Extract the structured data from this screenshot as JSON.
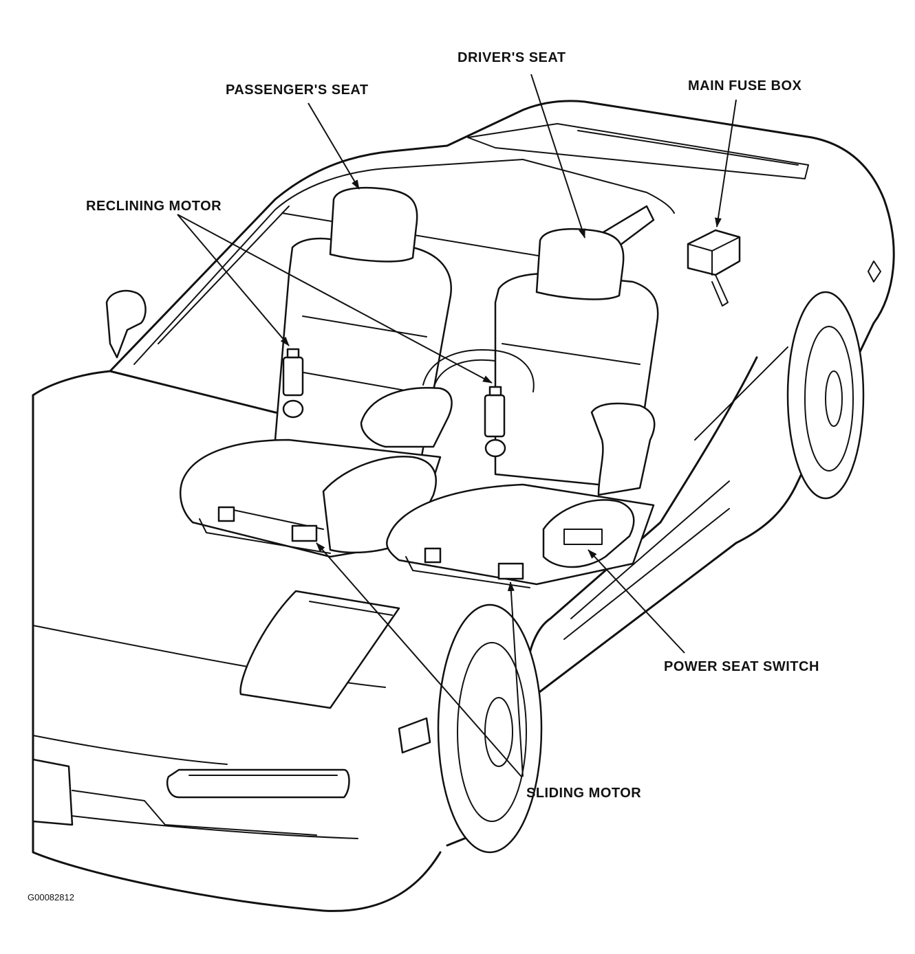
{
  "labels": {
    "passenger_seat": "PASSENGER'S SEAT",
    "drivers_seat": "DRIVER'S SEAT",
    "main_fuse_box": "MAIN FUSE BOX",
    "reclining_motor": "RECLINING MOTOR",
    "power_seat_switch": "POWER SEAT SWITCH",
    "sliding_motor": "SLIDING MOTOR"
  },
  "figure_id": "G00082812",
  "colors": {
    "line": "#111111",
    "background": "#ffffff"
  }
}
